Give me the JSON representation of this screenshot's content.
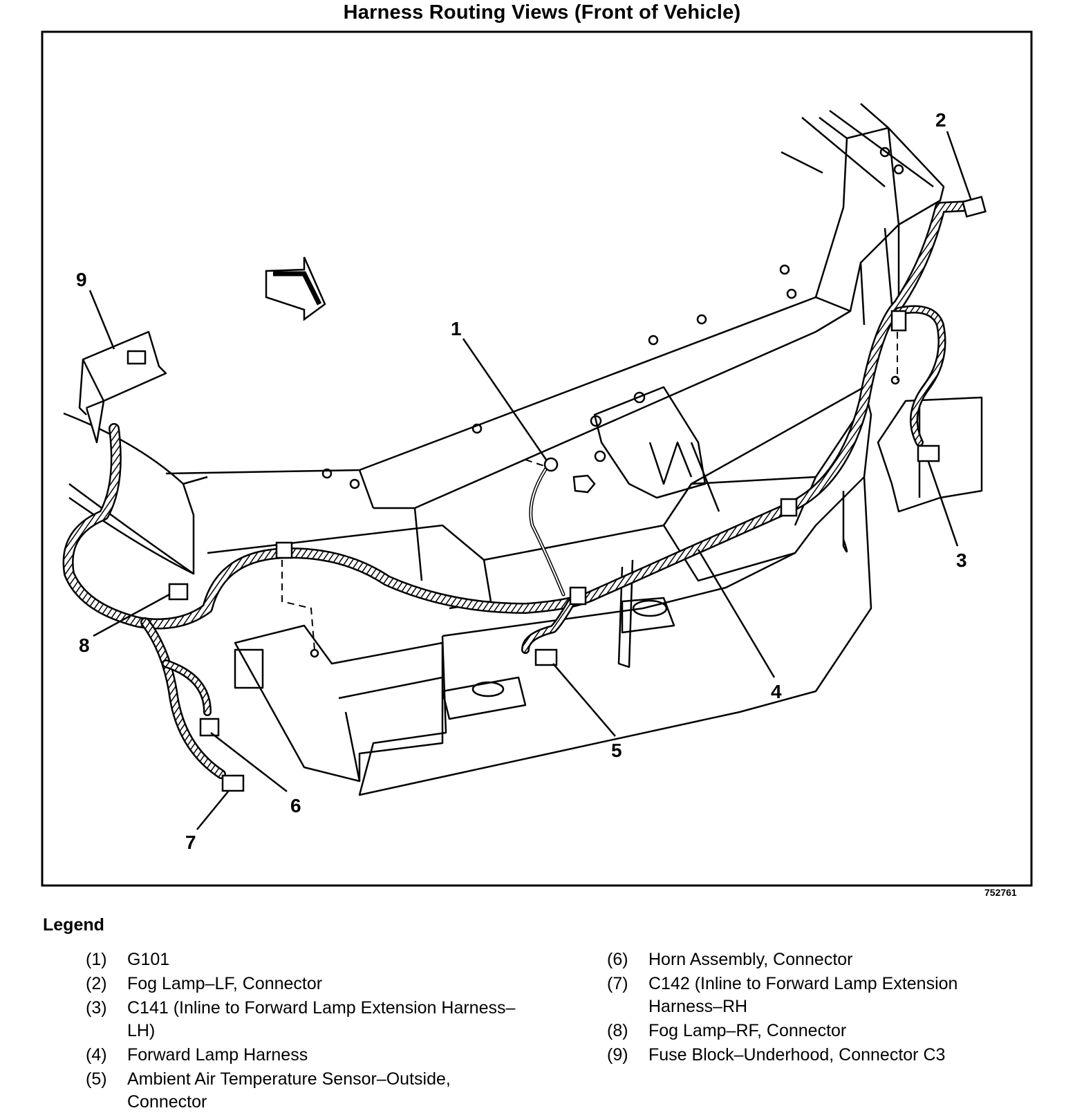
{
  "title": "Harness Routing Views (Front of Vehicle)",
  "figure_id": "752761",
  "callouts": [
    "1",
    "2",
    "3",
    "4",
    "5",
    "6",
    "7",
    "8",
    "9"
  ],
  "legend": {
    "heading": "Legend",
    "left": [
      {
        "num": "(1)",
        "text": "G101"
      },
      {
        "num": "(2)",
        "text": "Fog Lamp–LF, Connector"
      },
      {
        "num": "(3)",
        "text": "C141 (Inline to Forward Lamp Extension Harness–LH)"
      },
      {
        "num": "(4)",
        "text": "Forward Lamp Harness"
      },
      {
        "num": "(5)",
        "text": "Ambient Air Temperature Sensor–Outside, Connector"
      }
    ],
    "right": [
      {
        "num": "(6)",
        "text": "Horn Assembly, Connector"
      },
      {
        "num": "(7)",
        "text": "C142 (Inline to Forward Lamp Extension Harness–RH"
      },
      {
        "num": "(8)",
        "text": "Fog Lamp–RF, Connector"
      },
      {
        "num": "(9)",
        "text": "Fuse Block–Underhood, Connector C3"
      }
    ]
  }
}
